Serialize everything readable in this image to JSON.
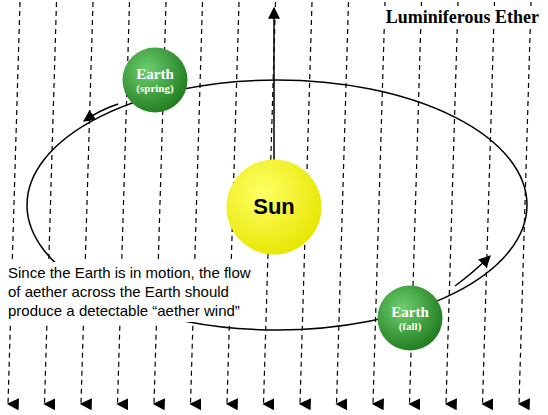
{
  "diagram": {
    "title": "Luminiferous Ether",
    "nodes": [
      {
        "text": [
          "Earth",
          "(spring)"
        ]
      },
      {
        "text": [
          "Sun"
        ]
      },
      {
        "text": [
          "Earth",
          "(fall)"
        ]
      }
    ],
    "labels": [
      "Since the Earth is in motion, the flow of aether across the Earth should produce a detectable “aether wind”"
    ]
  }
}
